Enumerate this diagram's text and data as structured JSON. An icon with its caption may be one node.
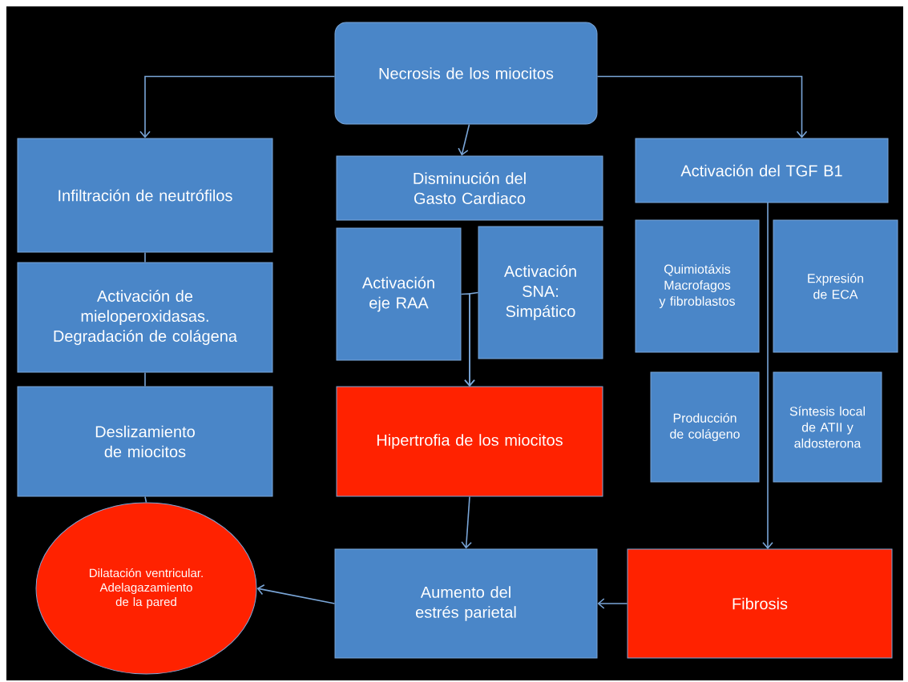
{
  "diagram": {
    "nodes": [
      {
        "text": [
          "Necrosis de los miocitos"
        ]
      },
      {
        "text": [
          "Infiltración de neutrófilos"
        ]
      },
      {
        "text": [
          "Disminución del Gasto Cardiaco"
        ]
      },
      {
        "text": [
          "Activación del TGF B1"
        ]
      },
      {
        "text": [
          "Activación de mieloperoxidasas. Degradación de colágena"
        ]
      },
      {
        "text": [
          "Activación eje RAA"
        ]
      },
      {
        "text": [
          "Activación SNA: Simpático"
        ]
      },
      {
        "text": [
          "Quimiotáxis Macrofagos y fibroblastos"
        ]
      },
      {
        "text": [
          "Expresión de ECA"
        ]
      },
      {
        "text": [
          "Deslizamiento de miocitos"
        ]
      },
      {
        "text": [
          "Hipertrofia de los miocitos"
        ]
      },
      {
        "text": [
          "Producción de colágeno"
        ]
      },
      {
        "text": [
          "Síntesis local de ATII y aldosterona"
        ]
      },
      {
        "text": [
          "Dilatación ventricular. Adelagazamiento de la pared"
        ]
      },
      {
        "text": [
          "Aumento del estrés parietal"
        ]
      },
      {
        "text": [
          "Fibrosis"
        ]
      }
    ],
    "edges": [
      {
        "from": 0,
        "to": 1,
        "arrow": "to"
      },
      {
        "from": 0,
        "to": 2,
        "arrow": "to"
      },
      {
        "from": 0,
        "to": 3,
        "arrow": "to"
      },
      {
        "from": 1,
        "to": 4,
        "arrow": "none"
      },
      {
        "from": 4,
        "to": 9,
        "arrow": "none"
      },
      {
        "from": 9,
        "to": 13,
        "arrow": "none"
      },
      {
        "from": 5,
        "to": 10,
        "arrow": "to"
      },
      {
        "from": 6,
        "to": 10,
        "arrow": "to"
      },
      {
        "from": 10,
        "to": 14,
        "arrow": "to"
      },
      {
        "from": 3,
        "to": 15,
        "arrow": "to"
      },
      {
        "from": 15,
        "to": 14,
        "arrow": "to"
      },
      {
        "from": 14,
        "to": 13,
        "arrow": "to"
      }
    ]
  }
}
